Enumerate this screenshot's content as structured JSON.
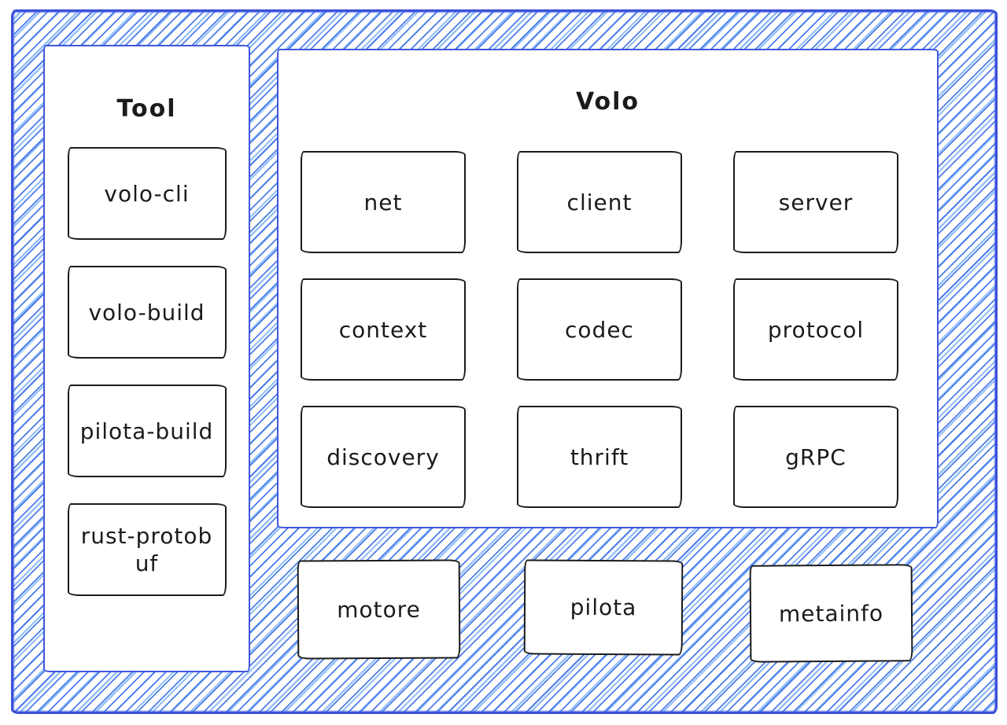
{
  "colors": {
    "frame_stroke": "#3a50d9",
    "hatch_primary": "#3d71e9",
    "hatch_light": "#8ebdf8",
    "group_stroke": "#4157da",
    "node_stroke": "#1b1b1b",
    "node_fill": "#ffffff",
    "text": "#1b1b1b"
  },
  "tool_group": {
    "title": "Tool",
    "items": [
      "volo-cli",
      "volo-build",
      "pilota-build",
      "rust-protobuf"
    ]
  },
  "volo_group": {
    "title": "Volo",
    "items": [
      "net",
      "client",
      "server",
      "context",
      "codec",
      "protocol",
      "discovery",
      "thrift",
      "gRPC"
    ]
  },
  "standalone_items": [
    "motore",
    "pilota",
    "metainfo"
  ]
}
